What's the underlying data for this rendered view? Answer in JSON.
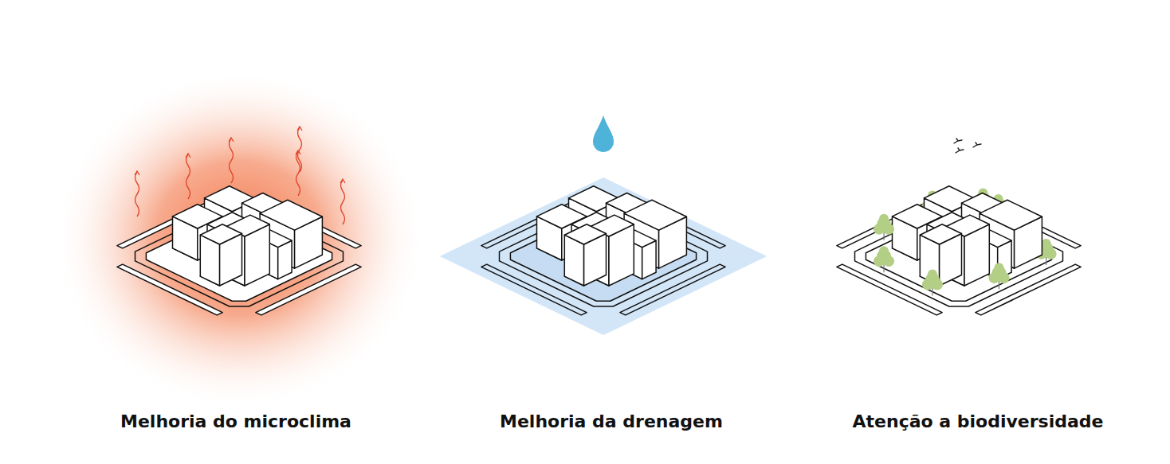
{
  "diagram": {
    "labels": [
      "Melhoria do microclima",
      "Melhoria da drenagem",
      "Atenção a biodiversidade"
    ]
  }
}
